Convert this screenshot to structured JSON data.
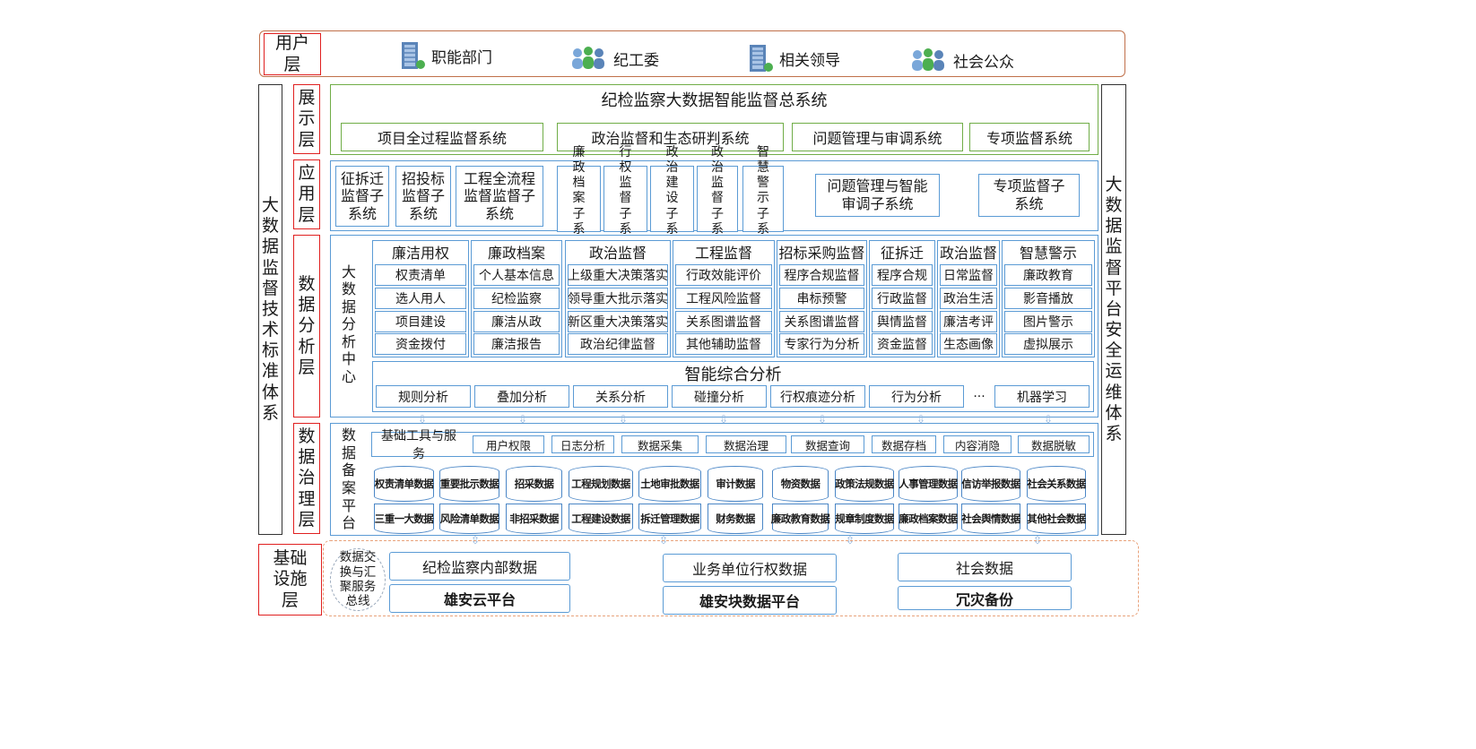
{
  "user_layer": {
    "label": "用户层",
    "users": [
      {
        "label": "职能部门",
        "icon": "building-icon"
      },
      {
        "label": "纪工委",
        "icon": "people-group-icon"
      },
      {
        "label": "相关领导",
        "icon": "building-icon"
      },
      {
        "label": "社会公众",
        "icon": "people-group-icon"
      }
    ]
  },
  "left_sidebar": "大数据监督技术标准体系",
  "right_sidebar": "大数据监督平台安全运维体系",
  "layer_labels": {
    "display": "展示层",
    "application": "应用层",
    "analysis": "数据分析层",
    "governance": "数据治理层",
    "infrastructure": "基础设施层"
  },
  "display": {
    "title": "纪检监察大数据智能监督总系统",
    "systems": [
      "项目全过程监督系统",
      "政治监督和生态研判系统",
      "问题管理与审调系统",
      "专项监督系统"
    ]
  },
  "application": {
    "subsystems": [
      "征拆迁监督子系统",
      "招投标监督子系统",
      "工程全流程监督监督子系统"
    ],
    "narrow_subsystems": [
      "廉政档案子系统",
      "行权监督子系统",
      "政治建设子系统",
      "政治监督子系统",
      "智慧警示子系统"
    ],
    "right_subsystems": [
      "问题管理与智能审调子系统",
      "专项监督子系统"
    ]
  },
  "analysis": {
    "center_label": "大数据分析中心",
    "columns": [
      {
        "header": "廉洁用权",
        "items": [
          "权责清单",
          "选人用人",
          "项目建设",
          "资金拨付"
        ]
      },
      {
        "header": "廉政档案",
        "items": [
          "个人基本信息",
          "纪检监察",
          "廉洁从政",
          "廉洁报告"
        ]
      },
      {
        "header": "政治监督",
        "items": [
          "上级重大决策落实",
          "领导重大批示落实",
          "新区重大决策落实",
          "政治纪律监督"
        ]
      },
      {
        "header": "工程监督",
        "items": [
          "行政效能评价",
          "工程风险监督",
          "关系图谱监督",
          "其他辅助监督"
        ]
      },
      {
        "header": "招标采购监督",
        "items": [
          "程序合规监督",
          "串标预警",
          "关系图谱监督",
          "专家行为分析"
        ]
      },
      {
        "header": "征拆迁",
        "items": [
          "程序合规",
          "行政监督",
          "舆情监督",
          "资金监督"
        ]
      },
      {
        "header": "政治监督",
        "items": [
          "日常监督",
          "政治生活",
          "廉洁考评",
          "生态画像"
        ]
      },
      {
        "header": "智慧警示",
        "items": [
          "廉政教育",
          "影音播放",
          "图片警示",
          "虚拟展示"
        ]
      }
    ],
    "smart_title": "智能综合分析",
    "smart_items": [
      "规则分析",
      "叠加分析",
      "关系分析",
      "碰撞分析",
      "行权痕迹分析",
      "行为分析",
      "···",
      "机器学习"
    ]
  },
  "governance": {
    "platform_label": "数据备案平台",
    "tools_label": "基础工具与服务",
    "tools": [
      "用户权限",
      "日志分析",
      "数据采集",
      "数据治理",
      "数据查询",
      "数据存档",
      "内容消隐",
      "数据脱敏"
    ],
    "db_top": [
      "权责清单数据",
      "重要批示数据",
      "招采数据",
      "工程规划数据",
      "土地审批数据",
      "审计数据",
      "物资数据",
      "政策法规数据",
      "人事管理数据",
      "信访举报数据",
      "社会关系数据"
    ],
    "db_bottom": [
      "三重一大数据",
      "风险清单数据",
      "非招采数据",
      "工程建设数据",
      "拆迁管理数据",
      "财务数据",
      "廉政教育数据",
      "规章制度数据",
      "廉政档案数据",
      "社会舆情数据",
      "其他社会数据"
    ]
  },
  "infrastructure": {
    "bus_label": "数据交换与汇聚服务总线",
    "data_sources": [
      "纪检监察内部数据",
      "业务单位行权数据",
      "社会数据"
    ],
    "platforms": [
      "雄安云平台",
      "雄安块数据平台",
      "冗灾备份"
    ]
  }
}
